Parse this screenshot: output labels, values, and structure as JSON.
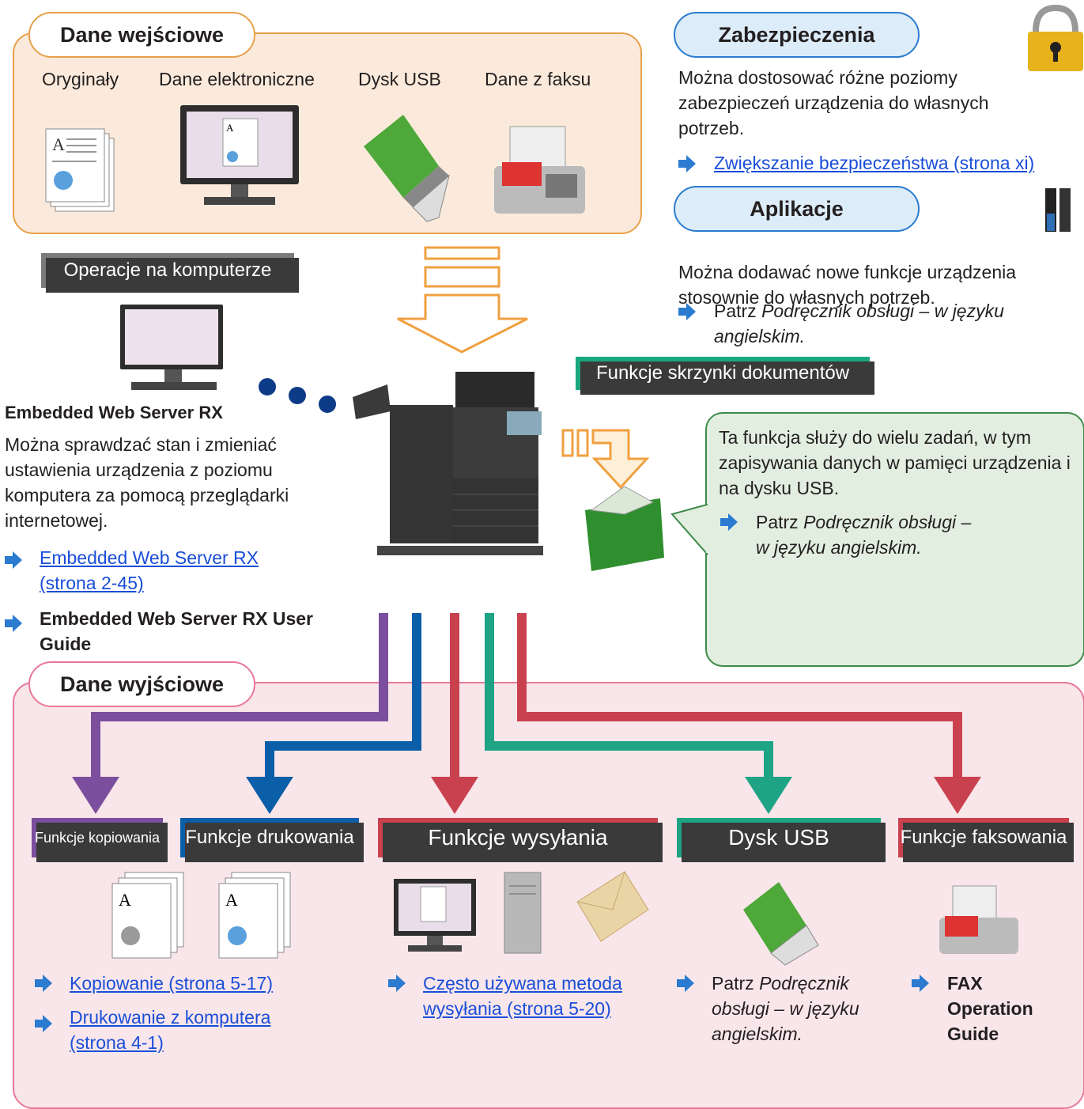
{
  "input": {
    "title": "Dane wejściowe",
    "items": [
      "Oryginały",
      "Dane elektroniczne",
      "Dysk USB",
      "Dane z faksu"
    ]
  },
  "pc_ops": {
    "label": "Operacje na komputerze",
    "ews_title": "Embedded Web Server RX",
    "desc": "Można sprawdzać stan i zmieniać ustawienia urządzenia z poziomu komputera za pomocą przeglądarki internetowej.",
    "link1_a": "Embedded Web Server RX ",
    "link1_b": "(strona 2-45)",
    "guide_a": "Embedded Web Server RX User",
    "guide_b": "Guide"
  },
  "security": {
    "title": "Zabezpieczenia",
    "desc": "Można dostosować różne poziomy zabezpieczeń urządzenia do własnych potrzeb.",
    "link": "Zwiększanie bezpieczeństwa (strona xi)"
  },
  "apps": {
    "title": "Aplikacje",
    "desc": "Można dodawać nowe funkcje urządzenia stosownie do własnych potrzeb.",
    "ref_prefix": "Patrz ",
    "ref_italic_a": "Podręcznik obsługi – w języku",
    "ref_italic_b": "angielskim."
  },
  "docbox": {
    "label": "Funkcje skrzynki dokumentów",
    "desc": "Ta funkcja służy do wielu zadań, w tym zapisywania danych w pamięci urządzenia i na dysku USB.",
    "ref_prefix": "Patrz ",
    "ref_italic_a": "Podręcznik obsługi –",
    "ref_italic_b": "w języku angielskim."
  },
  "output": {
    "title": "Dane wyjściowe",
    "copy_label": "Funkcje kopiowania",
    "print_label": "Funkcje drukowania",
    "send_label": "Funkcje wysyłania",
    "usb_label": "Dysk USB",
    "fax_label": "Funkcje faksowania",
    "copy_link": "Kopiowanie (strona 5-17)",
    "print_link_a": "Drukowanie z komputera ",
    "print_link_b": "(strona 4-1)",
    "send_link_a": "Często używana metoda ",
    "send_link_b": "wysyłania (strona 5-20)",
    "usb_ref_prefix": "Patrz ",
    "usb_ref_a": "Podręcznik",
    "usb_ref_b": "obsługi – w języku",
    "usb_ref_c": "angielskim.",
    "fax_a": "FAX",
    "fax_b": "Operation",
    "fax_c": "Guide"
  },
  "colors": {
    "input_bg": "#fbeadb",
    "input_border": "#e8a04a",
    "output_bg": "#f9e6ea",
    "output_border": "#e8789a",
    "copy": "#7b4f9e",
    "print": "#0b5ea8",
    "send": "#c9414e",
    "usb": "#1ea484",
    "fax": "#c9414e",
    "docbox": "#19a77f",
    "link": "#1a4ed8"
  }
}
